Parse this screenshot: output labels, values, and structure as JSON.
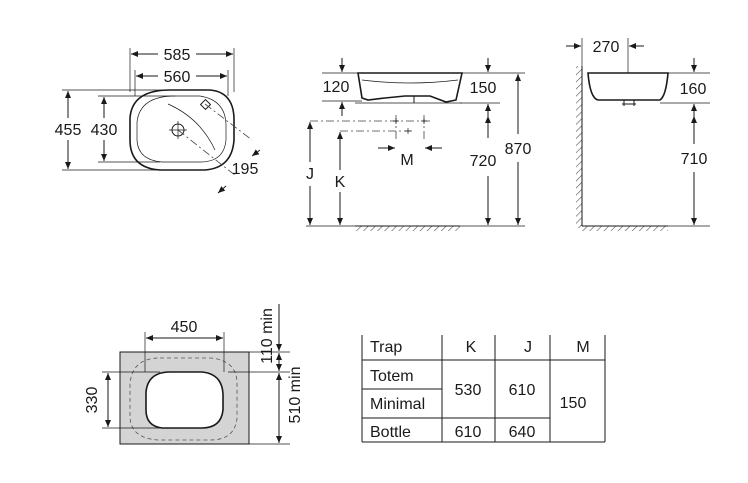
{
  "top_view": {
    "dim_outer_width": "585",
    "dim_inner_width": "560",
    "dim_outer_depth": "455",
    "dim_inner_depth": "430",
    "dim_diagonal": "195"
  },
  "front_view": {
    "dim_rim_height": "120",
    "dim_body_height": "150",
    "dim_overall_height": "870",
    "dim_counter_height": "720",
    "label_j": "J",
    "label_k": "K",
    "label_m": "M"
  },
  "side_view": {
    "dim_depth": "270",
    "dim_body_height": "160",
    "dim_counter_height": "710"
  },
  "cutout_view": {
    "dim_cut_width": "450",
    "dim_cut_depth": "330",
    "dim_back_min": "110 min",
    "dim_front_min": "510 min"
  },
  "trap_table": {
    "headers": [
      "Trap",
      "K",
      "J",
      "M"
    ],
    "rows": [
      {
        "trap": "Totem",
        "k": "530",
        "j": "610"
      },
      {
        "trap": "Minimal"
      },
      {
        "trap": "Bottle",
        "k": "610",
        "j": "640"
      }
    ],
    "m_value": "150"
  },
  "colors": {
    "line": "#1a1a1a",
    "cutout_fill": "#d4d4d4",
    "hatch": "#555555"
  }
}
